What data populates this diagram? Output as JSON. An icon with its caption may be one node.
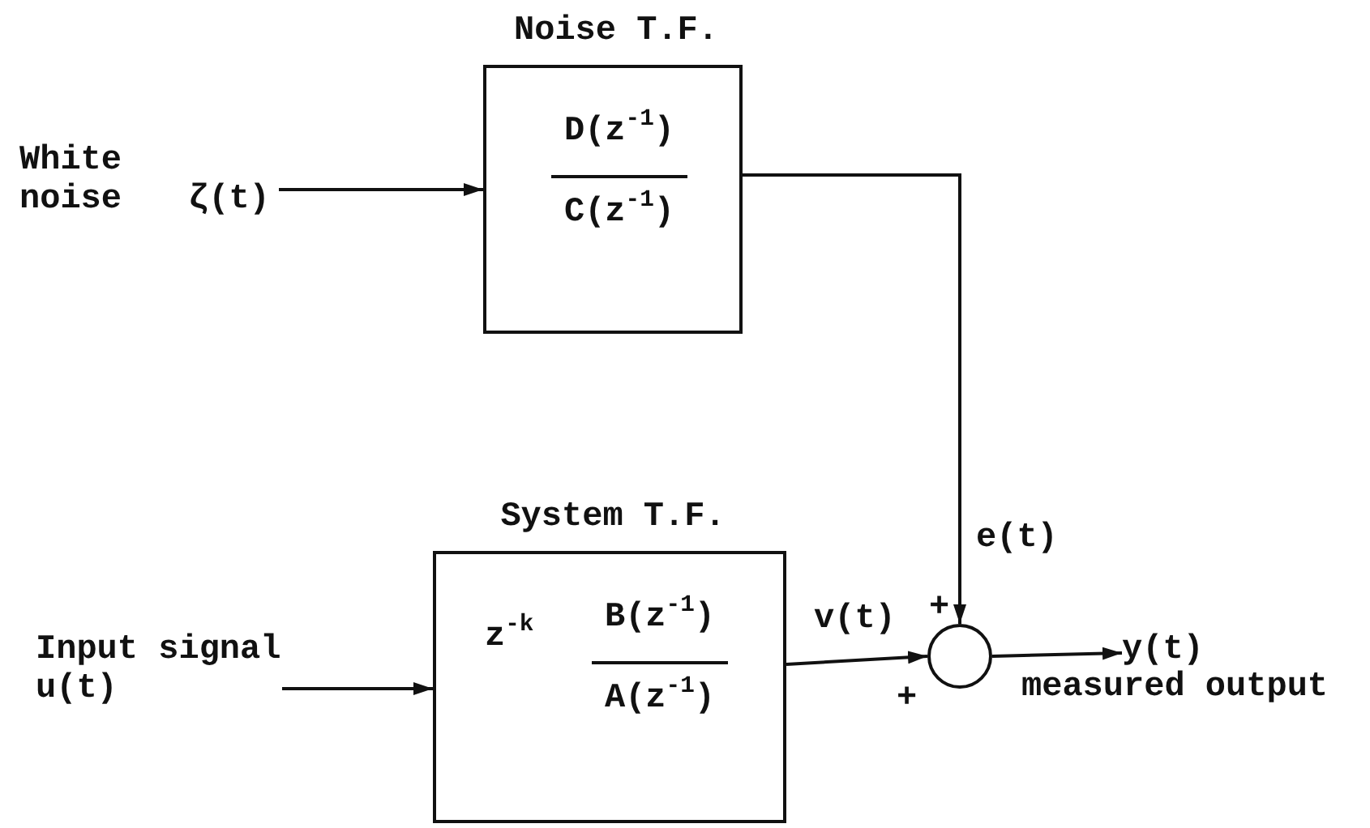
{
  "diagram": {
    "nodes": [
      {
        "text": [
          "White noise",
          "ζ(t)"
        ]
      },
      {
        "text": [
          "Noise T.F.",
          "D(z$^{-1}$)",
          "C(z$^{-1}$)"
        ]
      },
      {
        "text": [
          "Input signal u(t)"
        ]
      },
      {
        "text": [
          "System T.F.",
          "z$^{-k}$",
          "B(z$^{-1}$)",
          "A(z$^{-1}$)"
        ]
      },
      {
        "text": [],
        "shape": "circle"
      },
      {
        "text": [
          "y(t)"
        ],
        "beside": [
          "measured output"
        ]
      }
    ],
    "edges": [
      {
        "from": 0,
        "to": 1,
        "arrow": "to"
      },
      {
        "from": 2,
        "to": 3,
        "arrow": "to"
      },
      {
        "from": 1,
        "to": 4,
        "arrow": "to",
        "label": "e(t)"
      },
      {
        "from": 3,
        "to": 4,
        "arrow": "to",
        "label": "v(t)"
      },
      {
        "from": 4,
        "to": 5,
        "arrow": "to"
      }
    ],
    "labels": [
      "+",
      "+"
    ]
  }
}
